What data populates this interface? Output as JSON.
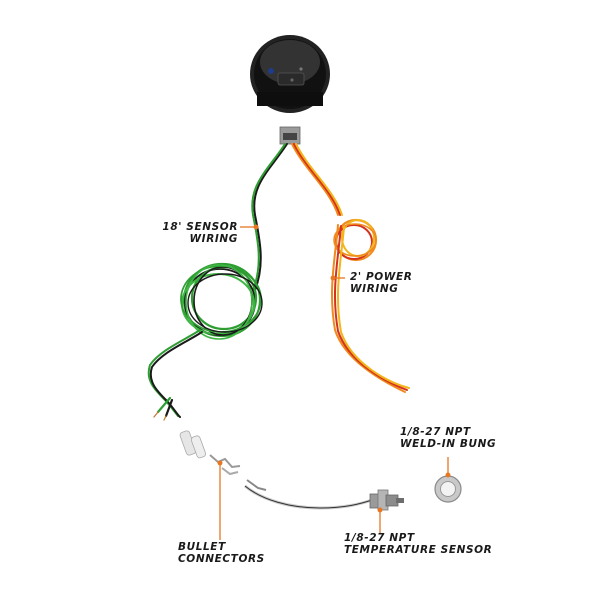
{
  "labels": {
    "sensor_wiring": {
      "line1": "18' SENSOR",
      "line2": "WIRING"
    },
    "power_wiring": {
      "line1": "2' POWER",
      "line2": "WIRING"
    },
    "weld_bung": {
      "line1": "1/8-27 NPT",
      "line2": "WELD-IN BUNG"
    },
    "bullet_connectors": {
      "line1": "BULLET",
      "line2": "CONNECTORS"
    },
    "temp_sensor": {
      "line1": "1/8-27 NPT",
      "line2": "TEMPERATURE SENSOR"
    }
  },
  "colors": {
    "accent": "#e87722",
    "sensor_wire": "#2e9e32",
    "black_wire": "#1a1a1a",
    "power_orange": "#f08a1c",
    "power_red": "#d2321e",
    "power_yellow": "#f2b51a"
  }
}
